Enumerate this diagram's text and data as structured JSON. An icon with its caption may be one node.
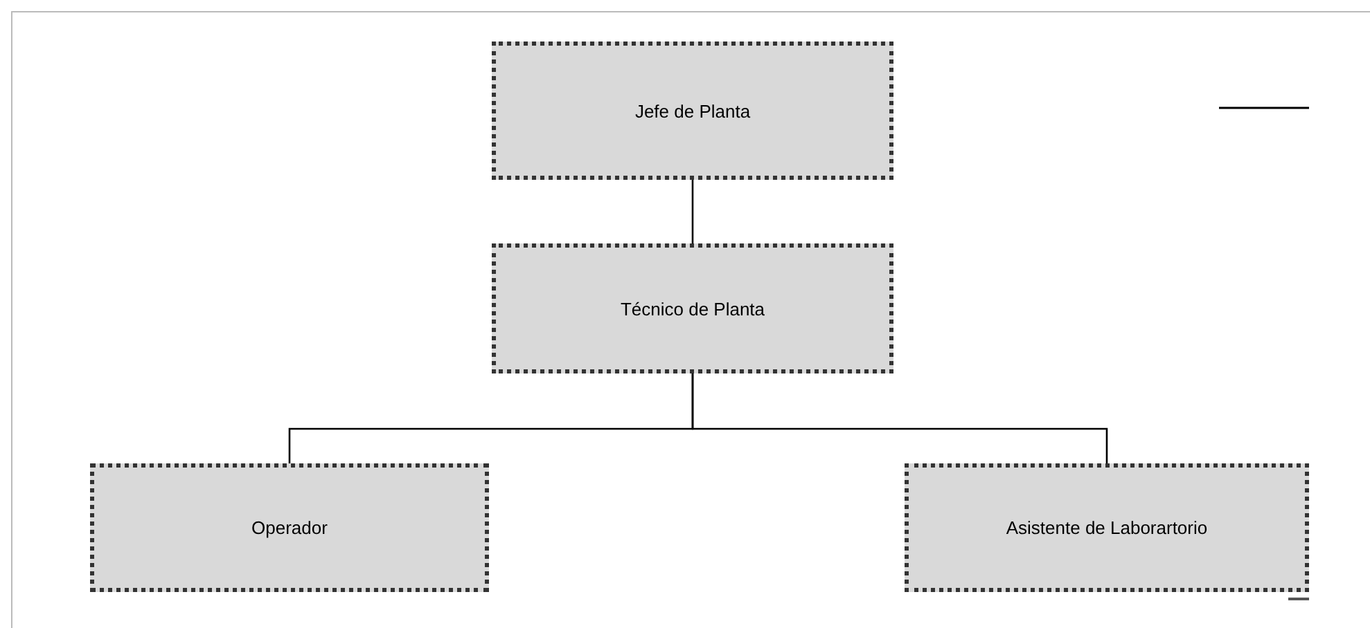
{
  "diagram": {
    "nodes": [
      {
        "text": [
          "Jefe de Planta"
        ]
      },
      {
        "text": [
          "Técnico de Planta"
        ]
      },
      {
        "text": [
          "Operador"
        ]
      },
      {
        "text": [
          "Asistente de Laborartorio"
        ]
      }
    ],
    "edges": [
      {
        "from": 0,
        "to": 1,
        "arrow": "none"
      },
      {
        "from": 1,
        "to": 2,
        "arrow": "none"
      },
      {
        "from": 1,
        "to": 3,
        "arrow": "none"
      }
    ]
  }
}
